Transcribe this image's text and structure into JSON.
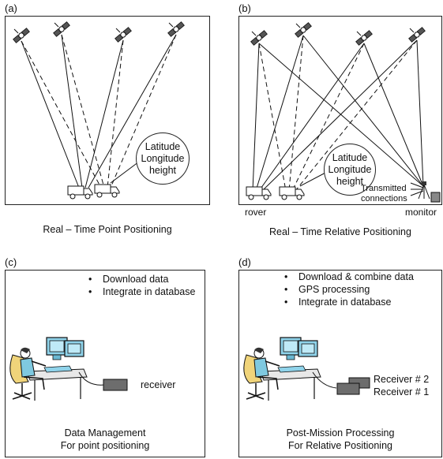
{
  "panels": {
    "a": {
      "letter": "(a)",
      "bubble": [
        "Latitude",
        "Longitude",
        "height"
      ],
      "caption": "Real – Time Point Positioning"
    },
    "b": {
      "letter": "(b)",
      "bubble": [
        "Latitude",
        "Longitude",
        "height"
      ],
      "transmitted": [
        "Transmitted",
        "connections"
      ],
      "rover": "rover",
      "monitor": "monitor",
      "caption": "Real – Time Relative Positioning"
    },
    "c": {
      "letter": "(c)",
      "bullets": [
        "Download data",
        "Integrate in database"
      ],
      "receiver": "receiver",
      "caption": [
        "Data Management",
        "For point positioning"
      ]
    },
    "d": {
      "letter": "(d)",
      "bullets": [
        "Download & combine data",
        "GPS processing",
        "Integrate in database"
      ],
      "receivers": [
        "Receiver # 2",
        "Receiver # 1"
      ],
      "caption": [
        "Post-Mission Processing",
        "For Relative Positioning"
      ]
    }
  }
}
